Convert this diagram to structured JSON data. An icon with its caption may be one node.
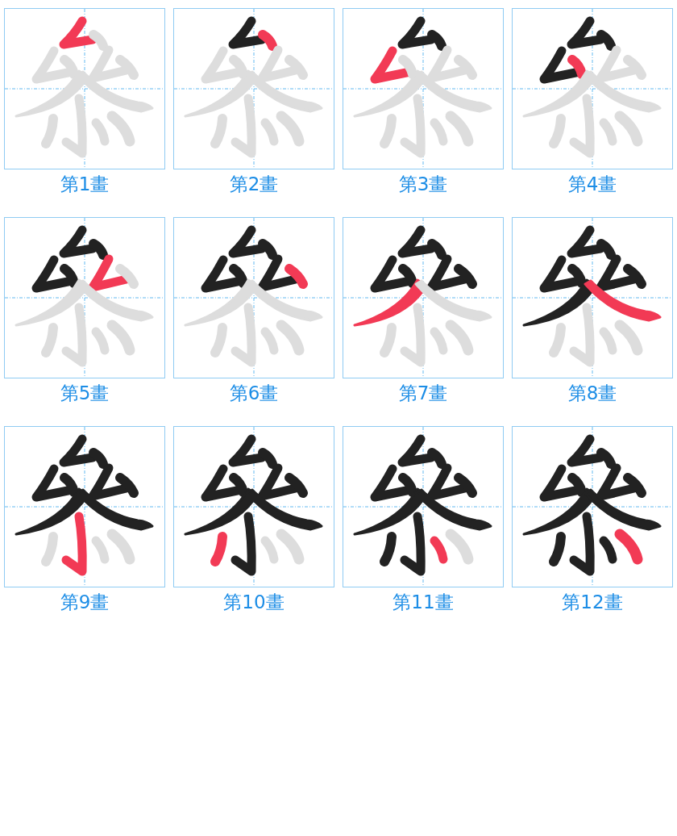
{
  "diagram": {
    "nodes": [
      {
        "text": [],
        "shape": "picture",
        "beside": [
          "第1畫"
        ]
      },
      {
        "text": [],
        "shape": "picture",
        "beside": [
          "第2畫"
        ]
      },
      {
        "text": [],
        "shape": "picture",
        "beside": [
          "第3畫"
        ]
      },
      {
        "text": [],
        "shape": "picture",
        "beside": [
          "第4畫"
        ]
      },
      {
        "text": [],
        "shape": "picture",
        "beside": [
          "第5畫"
        ]
      },
      {
        "text": [],
        "shape": "picture",
        "beside": [
          "第6畫"
        ]
      },
      {
        "text": [],
        "shape": "picture",
        "beside": [
          "第7畫"
        ]
      },
      {
        "text": [],
        "shape": "picture",
        "beside": [
          "第8畫"
        ]
      },
      {
        "text": [],
        "shape": "picture",
        "beside": [
          "第9畫"
        ]
      },
      {
        "text": [],
        "shape": "picture",
        "beside": [
          "第10畫"
        ]
      },
      {
        "text": [],
        "shape": "picture",
        "beside": [
          "第11畫"
        ]
      },
      {
        "text": [],
        "shape": "picture",
        "beside": [
          "第12畫"
        ]
      }
    ]
  }
}
